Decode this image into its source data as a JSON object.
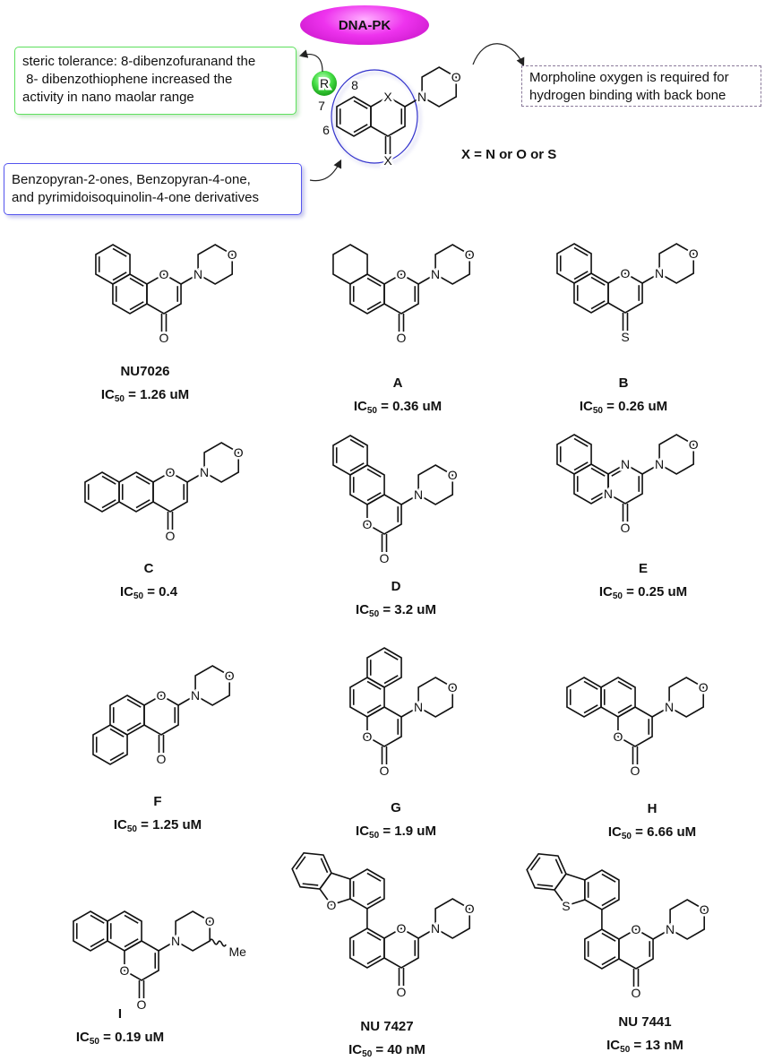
{
  "header": {
    "target": "DNA-PK",
    "note_steric": [
      "steric tolerance: 8-dibenzofuranand the",
      " 8- dibenzothiophene increased the",
      "activity in nano maolar range"
    ],
    "note_core": [
      "Benzopyran-2-ones, Benzopyran-4-one,",
      "and pyrimidoisoquinolin-4-one derivatives"
    ],
    "note_morpholine": [
      "Morpholine oxygen is required for",
      "hydrogen binding with back bone"
    ],
    "x_def": "X = N or O or S",
    "scaffold_labels": {
      "R": "R",
      "X": "X",
      "N": "N",
      "O": "O",
      "pos8": "8",
      "pos7": "7",
      "pos6": "6"
    }
  },
  "atoms": {
    "O": "O",
    "N": "N",
    "S": "S",
    "Me": "Me"
  },
  "ic50_prefix": "IC",
  "ic50_sub": "50",
  "compounds": [
    {
      "name": "NU7026",
      "ic50": "= 1.26 uM"
    },
    {
      "name": "A",
      "ic50": "= 0.36 uM"
    },
    {
      "name": "B",
      "ic50": "= 0.26 uM"
    },
    {
      "name": "C",
      "ic50": "= 0.4"
    },
    {
      "name": "D",
      "ic50": "= 3.2 uM"
    },
    {
      "name": "E",
      "ic50": "= 0.25 uM"
    },
    {
      "name": "F",
      "ic50": "= 1.25 uM"
    },
    {
      "name": "G",
      "ic50": "= 1.9 uM"
    },
    {
      "name": "H",
      "ic50": "= 6.66 uM"
    },
    {
      "name": "I",
      "ic50": "= 0.19 uM"
    },
    {
      "name": "NU 7427",
      "ic50": "= 40 nM"
    },
    {
      "name": "NU 7441",
      "ic50": "= 13 nM"
    }
  ],
  "colors": {
    "target": "#ee33ee",
    "steric_box": "#5ee05e",
    "core_box": "#5555ee",
    "morpholine_box": "#8a7a9a",
    "r_group": "#44dd44",
    "core_circle": "#3333cc"
  }
}
